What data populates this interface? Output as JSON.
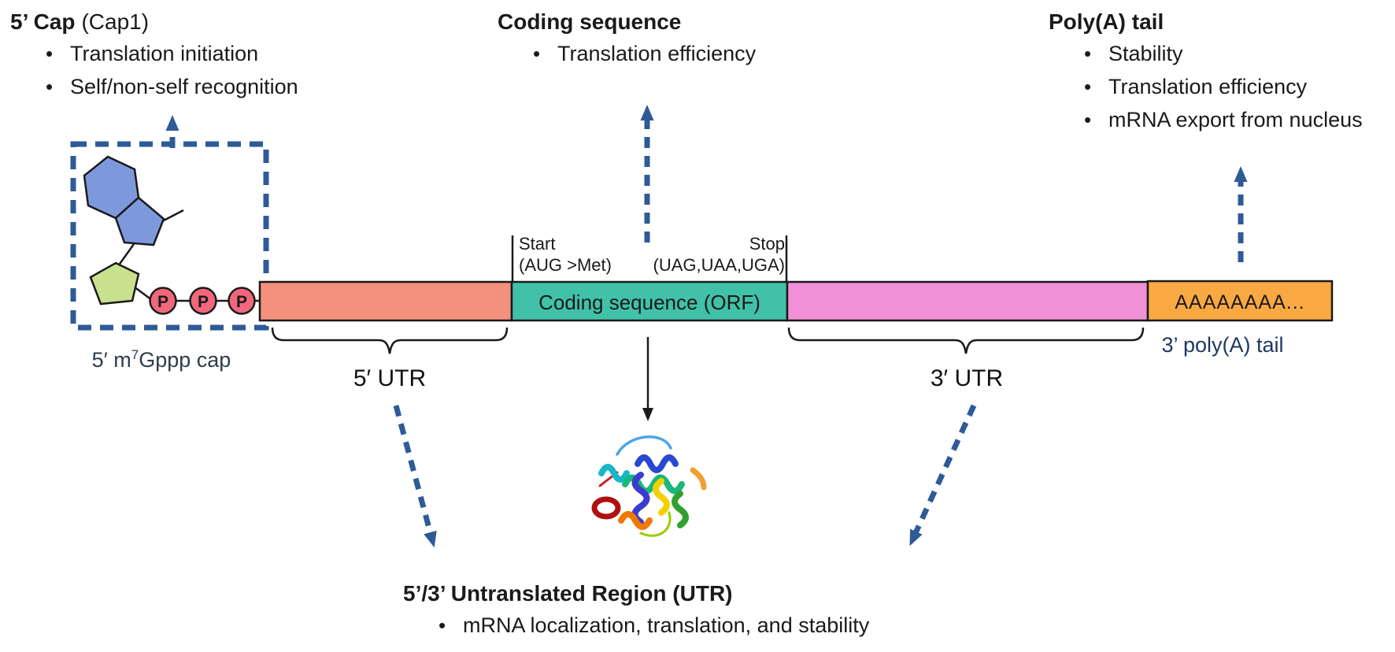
{
  "colors": {
    "arrow_blue": "#2E5A98",
    "utr5_salmon": "#F2917C",
    "cds_teal": "#41C1A8",
    "utr3_pink": "#F091D8",
    "polya_orange": "#FAA942",
    "phosphate_red": "#F2677B",
    "base_blue": "#7E98DC",
    "ribose_green": "#C9E08E",
    "dark_label_navy": "#1F3864",
    "outline_black": "#1a1a1a"
  },
  "sections": {
    "cap": {
      "title_bold": "5’ Cap",
      "title_note": "(Cap1)",
      "bullets": [
        "Translation initiation",
        "Self/non-self recognition"
      ]
    },
    "cds": {
      "title": "Coding sequence",
      "bullets": [
        "Translation efficiency"
      ]
    },
    "polya": {
      "title": "Poly(A) tail",
      "bullets": [
        "Stability",
        "Translation efficiency",
        "mRNA export from nucleus"
      ]
    },
    "utr": {
      "title": "5’/3’ Untranslated Region (UTR)",
      "bullets": [
        "mRNA localization, translation, and stability"
      ]
    }
  },
  "bar": {
    "start_label": "Start",
    "start_codon": "(AUG >Met)",
    "stop_label": "Stop",
    "stop_codons": "(UAG,UAA,UGA)",
    "orf_label": "Coding sequence (ORF)",
    "polya_seq": "AAAAAAAA...",
    "phosphate_letter": "P"
  },
  "labels": {
    "cap_pre": "5′ m",
    "cap_sup": "7",
    "cap_post": "Gppp cap",
    "utr5": "5′ UTR",
    "utr3": "3′ UTR",
    "polya_tail": "3’ poly(A) tail"
  }
}
